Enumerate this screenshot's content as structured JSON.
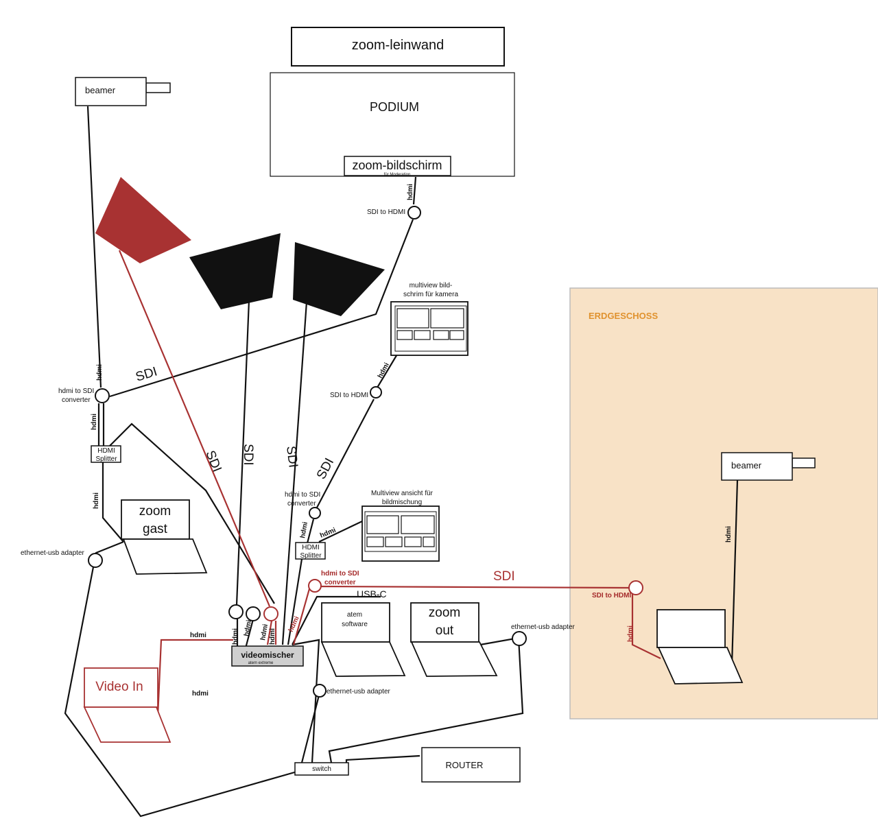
{
  "screen_box": "zoom-leinwand",
  "stage": {
    "title": "PODIUM",
    "monitor_label": "zoom-bildschirm",
    "monitor_sub": "für Moderation"
  },
  "projector_left": "beamer",
  "projector_right": "beamer",
  "ground_floor": {
    "title": "ERDGESCHOSS",
    "fill": "#f8e2c6",
    "title_color": "#e0922e"
  },
  "multiview_camera": {
    "line1": "multiview bild-",
    "line2": "schrim für kamera"
  },
  "multiview_mixing": {
    "line1": "Multiview ansicht für",
    "line2": "bildmischung"
  },
  "laptops": {
    "zoom_gast_1": "zoom",
    "zoom_gast_2": "gast",
    "atem_1": "atem",
    "atem_2": "software",
    "zoom_out_1": "zoom",
    "zoom_out_2": "out",
    "video_in": "Video In"
  },
  "mixer": {
    "title": "videomischer",
    "sub": "atem extreme"
  },
  "network": {
    "switch": "switch",
    "router": "ROUTER"
  },
  "labels": {
    "hdmi": "hdmi",
    "sdi": "SDI",
    "sdi_to_hdmi_upper": "SDI to HDMI",
    "sdi_to_hdmi_mid": "SDI to HDMI",
    "sdi_to_hdmi_right": "SDI to HDMI",
    "hdmi_to_sdi_1": "hdmi to SDI",
    "hdmi_to_sdi_2": "converter",
    "hdmi_splitter_1": "HDMI",
    "hdmi_splitter_2": "Splitter",
    "ethernet_usb": "ethernet-usb adapter",
    "usb_c": "USB-C"
  },
  "colors": {
    "red": "#a83232",
    "black": "#111111",
    "camera_red": "#a83232"
  }
}
